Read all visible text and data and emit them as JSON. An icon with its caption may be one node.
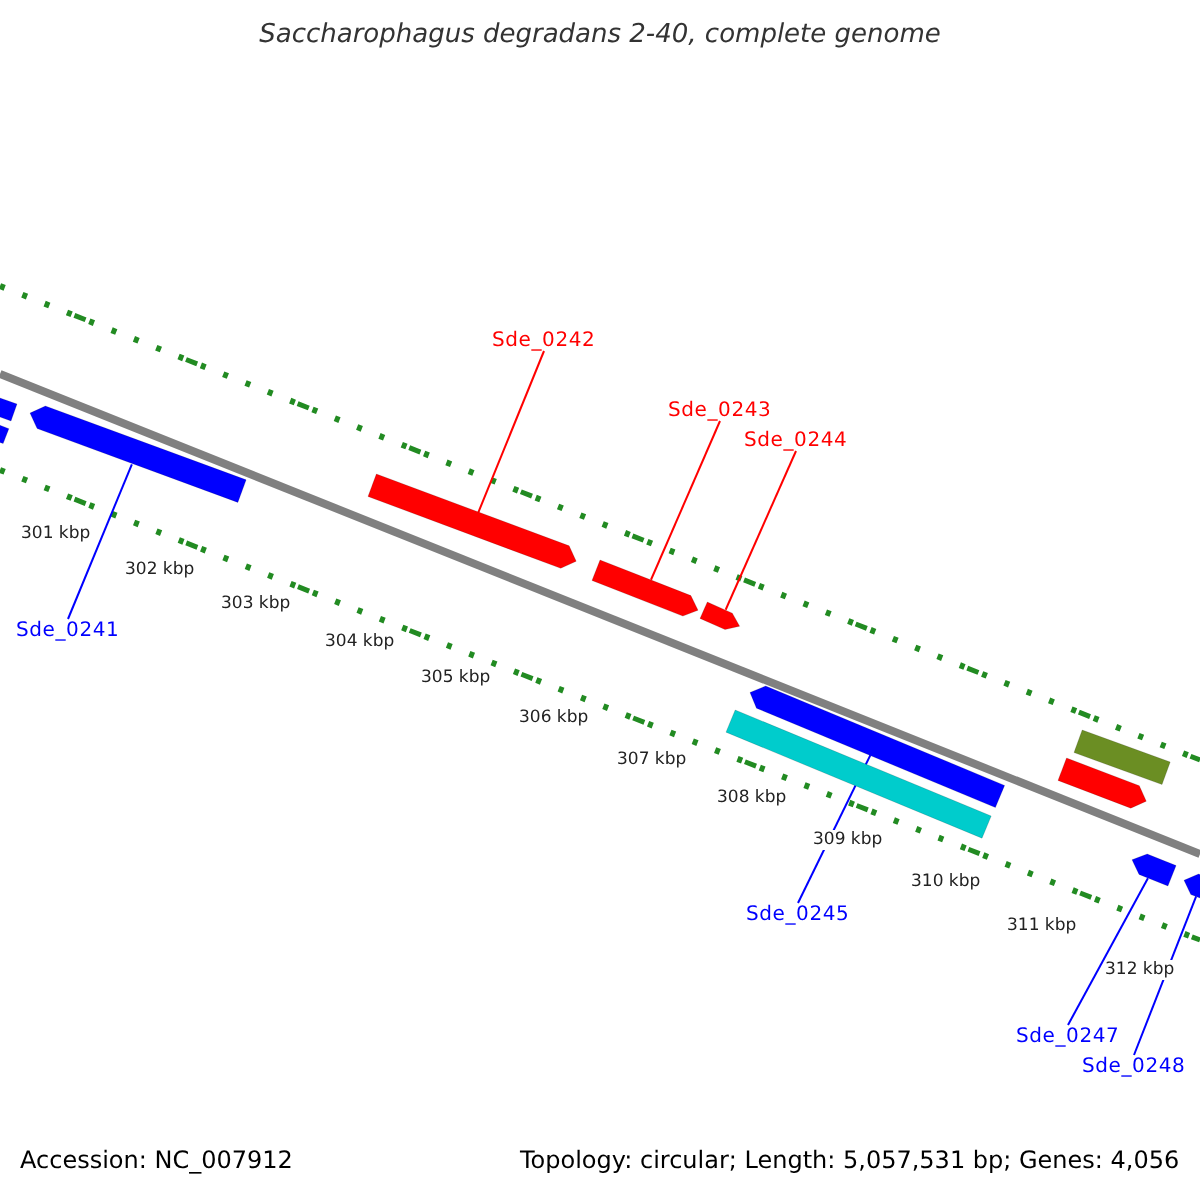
{
  "diagram": {
    "title": "Saccharophagus degradans 2-40, complete genome",
    "nodes": [
      {
        "text": [],
        "shape": "pentagon"
      },
      {
        "text": [],
        "shape": "pentagon"
      },
      {
        "text": [],
        "shape": "pentagon"
      },
      {
        "text": [],
        "shape": "pentagon"
      },
      {
        "text": [],
        "shape": "pentagon"
      },
      {
        "text": [],
        "shape": "pentagon"
      },
      {
        "text": [],
        "shape": "pentagon"
      },
      {
        "text": [],
        "shape": "bar"
      },
      {
        "text": [],
        "shape": "bar"
      },
      {
        "text": [],
        "shape": "pentagon"
      },
      {
        "text": [],
        "shape": "pentagon"
      },
      {
        "text": [],
        "shape": "pentagon"
      },
      {
        "text": [
          "Sde_0242"
        ]
      },
      {
        "text": [
          "Sde_0243"
        ]
      },
      {
        "text": [
          "Sde_0244"
        ]
      },
      {
        "text": [
          "Sde_0241"
        ]
      },
      {
        "text": [
          "Sde_0245"
        ]
      },
      {
        "text": [
          "Sde_0247"
        ]
      },
      {
        "text": [
          "Sde_0248"
        ]
      }
    ],
    "edges": [
      {
        "from": 12,
        "to": 3,
        "arrow": "none",
        "color": "#ff0000"
      },
      {
        "from": 13,
        "to": 4,
        "arrow": "none",
        "color": "#ff0000"
      },
      {
        "from": 14,
        "to": 5,
        "arrow": "none",
        "color": "#ff0000"
      },
      {
        "from": 15,
        "to": 2,
        "arrow": "none"
      },
      {
        "from": 16,
        "to": 6,
        "arrow": "none"
      },
      {
        "from": 17,
        "to": 10,
        "arrow": "none"
      },
      {
        "from": 18,
        "to": 11,
        "arrow": "none"
      }
    ],
    "labels": [
      "301 kbp",
      "302 kbp",
      "303 kbp",
      "304 kbp",
      "305 kbp",
      "306 kbp",
      "307 kbp",
      "308 kbp",
      "309 kbp",
      "310 kbp",
      "311 kbp",
      "312 kbp",
      "Accession: NC_007912",
      "Topology: circular; Length: 5,057,531 bp; Genes: 4,056"
    ]
  }
}
